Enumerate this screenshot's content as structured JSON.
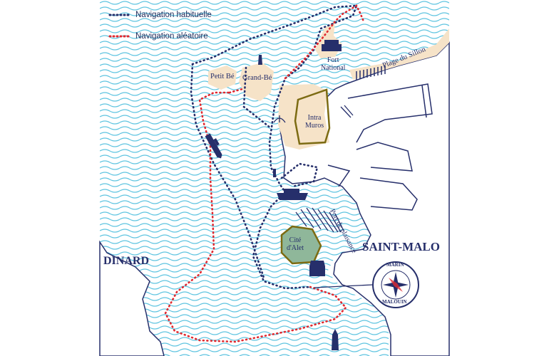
{
  "legend": {
    "usual": {
      "label": "Navigation habituelle",
      "color": "#262f6b"
    },
    "random": {
      "label": "Navigation aléatoire",
      "color": "#e0282f"
    }
  },
  "places": {
    "fort_national": "Fort\nNational",
    "plage_du_sillon": "Plage du Sillon",
    "petit_be": "Petit Bé",
    "grand_be": "Grand-Bé",
    "intra_muros": "Intra\nMuros",
    "port_de_plaisance": "Port de plaisance",
    "cite_alet": "Cité\nd'Alet",
    "saint_malo": "SAINT-MALO",
    "dinard": "DINARD"
  },
  "compass": {
    "top_text": "MARIN",
    "bottom_text": "MALOUIN"
  },
  "colors": {
    "land": "#f6e3c8",
    "water": "#5ec4e0",
    "outline": "#262f6b",
    "wall": "#7c6b12",
    "park": "#8fb79a"
  }
}
